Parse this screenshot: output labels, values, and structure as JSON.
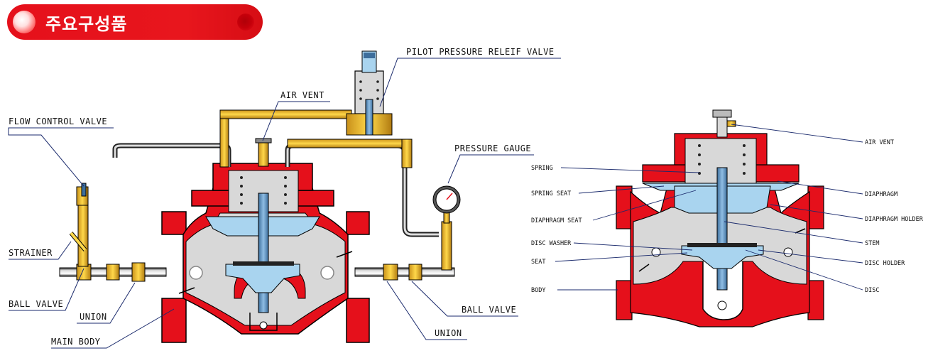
{
  "header": {
    "title": "주요구성품"
  },
  "diagram_left": {
    "labels": {
      "pilot": "PILOT PRESSURE RELEIF VALVE",
      "air_vent": "AIR VENT",
      "flow_control": "FLOW CONTROL VALVE",
      "pressure_gauge": "PRESSURE GAUGE",
      "strainer": "STRAINER",
      "ball_valve_left": "BALL VALVE",
      "union_left": "UNION",
      "main_body": "MAIN BODY",
      "ball_valve_right": "BALL VALVE",
      "union_right": "UNION"
    }
  },
  "diagram_right": {
    "labels": {
      "air_vent": "AIR VENT",
      "spring": "SPRING",
      "diaphragm": "DIAPHRAGM",
      "spring_seat": "SPRING SEAT",
      "diaphragm_seat": "DIAPHRAGM SEAT",
      "diaphragm_holder": "DIAPHRAGM HOLDER",
      "stem": "STEM",
      "disc_washer": "DISC WASHER",
      "disc_holder": "DISC HOLDER",
      "seat": "SEAT",
      "body": "BODY",
      "disc": "DISC"
    }
  }
}
